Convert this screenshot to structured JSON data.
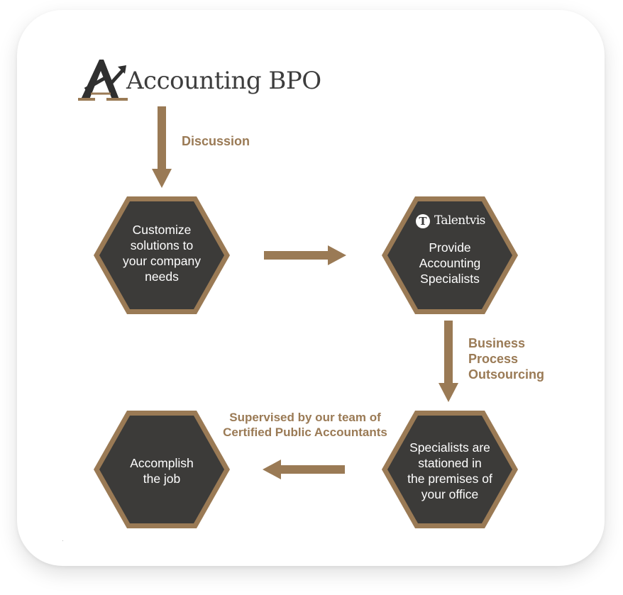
{
  "logo": {
    "name": "Accounting BPO",
    "icon": "accounting-bpo-logo-icon"
  },
  "flow": {
    "discussion_label": "Discussion",
    "bpo_label": [
      "Business",
      "Process",
      "Outsourcing"
    ],
    "supervised_label": [
      "Supervised by our team of",
      "Certified Public Accountants"
    ]
  },
  "steps": [
    {
      "lines": [
        "Customize",
        "solutions to",
        "your company",
        "needs"
      ]
    },
    {
      "brand": "Talentvis",
      "brand_mark": "T",
      "lines": [
        "Provide",
        "Accounting",
        "Specialists"
      ]
    },
    {
      "lines": [
        "Specialists are",
        "stationed in",
        "the premises of",
        "your office"
      ]
    },
    {
      "lines": [
        "Accomplish",
        "the job"
      ]
    }
  ],
  "colors": {
    "gold": "#9a7a55",
    "hex_fill": "#3c3b39",
    "text_dark": "#3d3d3d"
  }
}
